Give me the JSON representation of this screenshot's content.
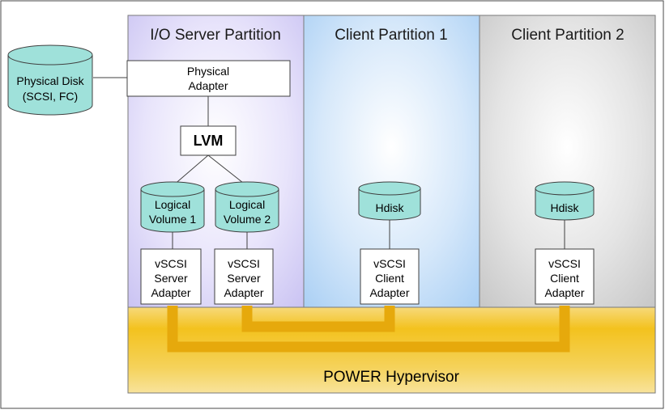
{
  "partitions": {
    "io_server": "I/O Server Partition",
    "client1": "Client Partition 1",
    "client2": "Client Partition 2"
  },
  "physical_disk": {
    "line1": "Physical Disk",
    "line2": "(SCSI, FC)"
  },
  "physical_adapter": {
    "line1": "Physical",
    "line2": "Adapter"
  },
  "lvm": "LVM",
  "logical_volume_1": {
    "line1": "Logical",
    "line2": "Volume 1"
  },
  "logical_volume_2": {
    "line1": "Logical",
    "line2": "Volume 2"
  },
  "hdisk_1": "Hdisk",
  "hdisk_2": "Hdisk",
  "server_adapter_1": {
    "line1": "vSCSI",
    "line2": "Server",
    "line3": "Adapter"
  },
  "server_adapter_2": {
    "line1": "vSCSI",
    "line2": "Server",
    "line3": "Adapter"
  },
  "client_adapter_1": {
    "line1": "vSCSI",
    "line2": "Client",
    "line3": "Adapter"
  },
  "client_adapter_2": {
    "line1": "vSCSI",
    "line2": "Client",
    "line3": "Adapter"
  },
  "hypervisor": "POWER Hypervisor",
  "colors": {
    "disk_fill": "#9fe1da",
    "hypervisor_gold": "#f2c21a",
    "io_partition": "#c9c2f2",
    "client1_partition": "#a9cff4",
    "client2_partition": "#c6c6c6"
  }
}
